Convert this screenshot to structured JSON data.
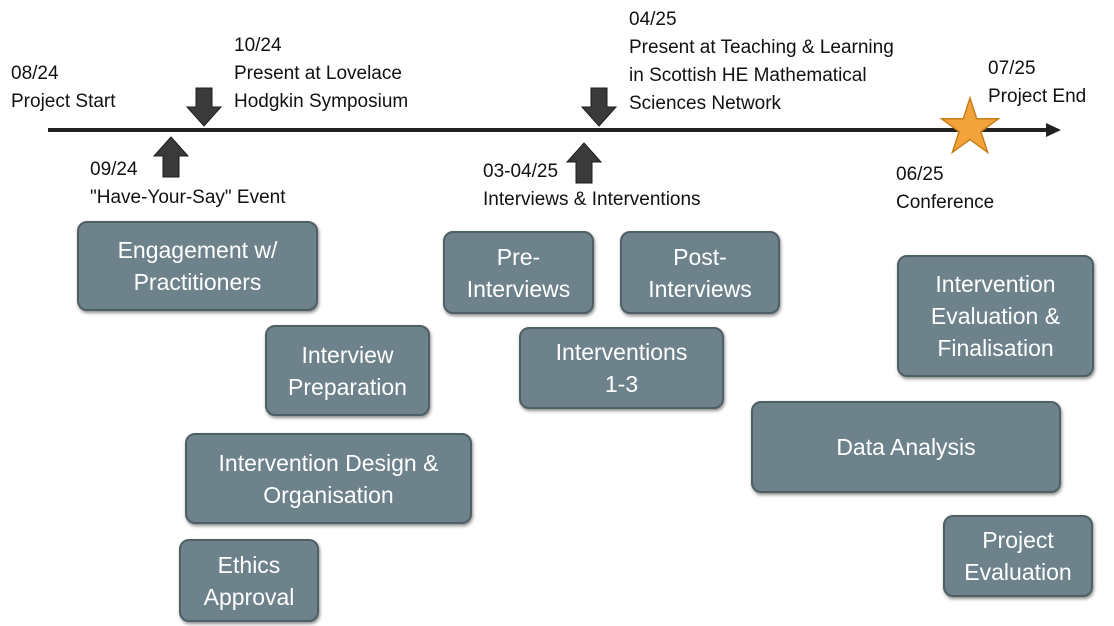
{
  "colors": {
    "task_fill": "#6e828b",
    "task_border": "#4f5f66",
    "arrow": "#3a3a3a",
    "timeline": "#222222",
    "star_fill": "#f2a33a",
    "star_stroke": "#c77f1a"
  },
  "milestones": {
    "project_start": {
      "date": "08/24",
      "text": "Project Start"
    },
    "have_your_say": {
      "date": "09/24",
      "text": "\"Have-Your-Say\" Event"
    },
    "lovelace": {
      "date": "10/24",
      "line1": "Present at Lovelace",
      "line2": "Hodgkin Symposium"
    },
    "interviews": {
      "date": "03-04/25",
      "text": "Interviews & Interventions"
    },
    "teaching": {
      "date": "04/25",
      "line1": "Present at Teaching & Learning",
      "line2": "in Scottish HE Mathematical",
      "line3": "Sciences Network"
    },
    "conference": {
      "date": "06/25",
      "text": "Conference"
    },
    "project_end": {
      "date": "07/25",
      "text": "Project End"
    }
  },
  "tasks": {
    "engagement": {
      "line1": "Engagement w/",
      "line2": "Practitioners"
    },
    "interview_prep": {
      "line1": "Interview",
      "line2": "Preparation"
    },
    "intervention_design": {
      "line1": "Intervention Design &",
      "line2": "Organisation"
    },
    "ethics": {
      "line1": "Ethics",
      "line2": "Approval"
    },
    "pre_interviews": {
      "line1": "Pre-",
      "line2": "Interviews"
    },
    "post_interviews": {
      "line1": "Post-",
      "line2": "Interviews"
    },
    "interventions": {
      "line1": "Interventions",
      "line2": "1-3"
    },
    "data_analysis": {
      "line1": "Data Analysis"
    },
    "evaluation_finalisation": {
      "line1": "Intervention",
      "line2": "Evaluation &",
      "line3": "Finalisation"
    },
    "project_evaluation": {
      "line1": "Project",
      "line2": "Evaluation"
    }
  }
}
